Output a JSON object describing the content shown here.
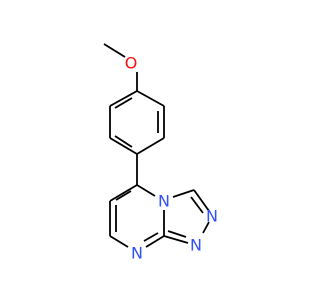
{
  "molecule": {
    "atoms": [
      {
        "id": "O1",
        "label": "O",
        "color": "#ff0d0d"
      },
      {
        "id": "N_bridge",
        "label": "N",
        "color": "#3050f8"
      },
      {
        "id": "N_tri_a",
        "label": "N",
        "color": "#3050f8"
      },
      {
        "id": "N_tri_b",
        "label": "N",
        "color": "#3050f8"
      },
      {
        "id": "N_pyr",
        "label": "N",
        "color": "#3050f8"
      }
    ],
    "bond_color": "#000000"
  }
}
